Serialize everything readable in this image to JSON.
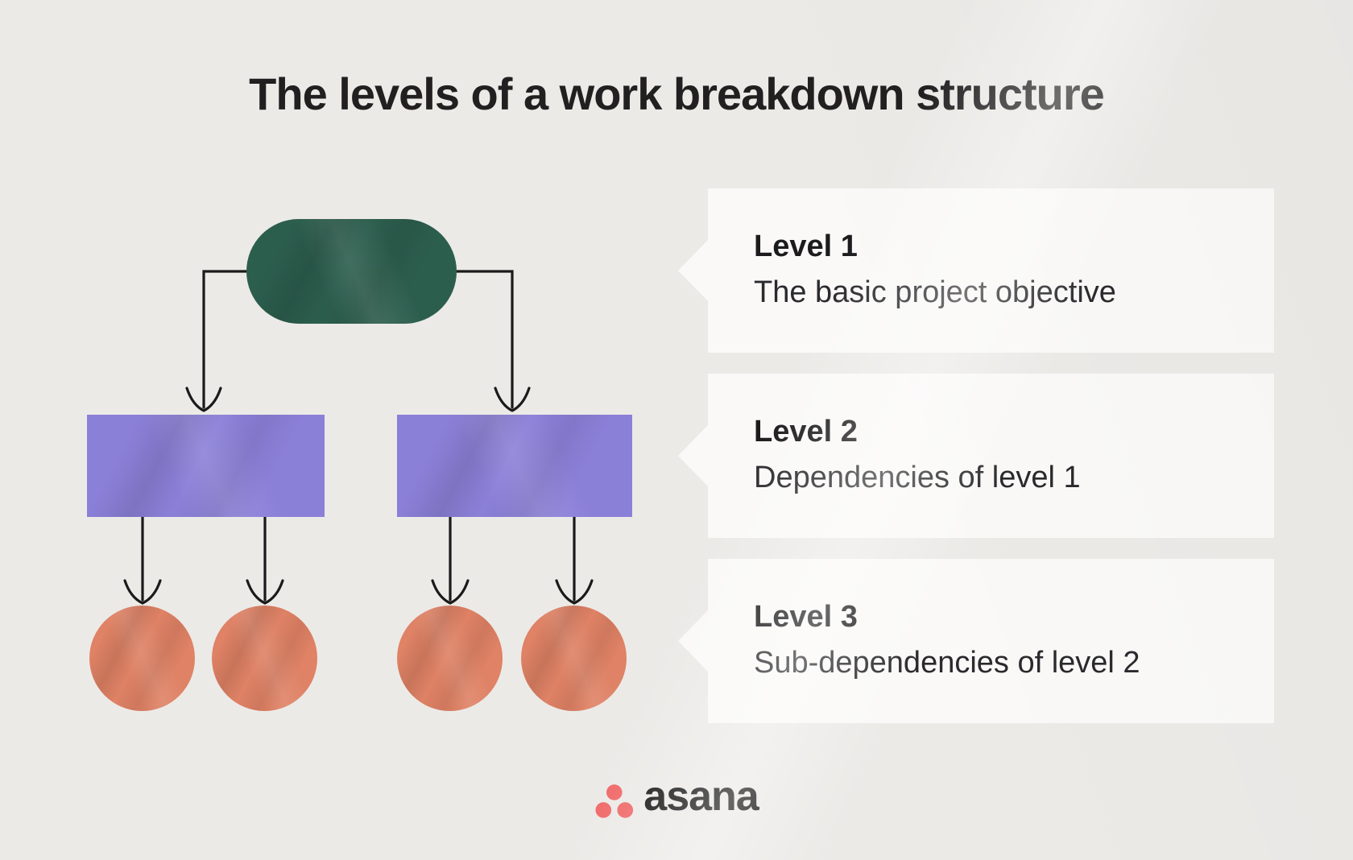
{
  "title": "The levels of a work breakdown structure",
  "legend": {
    "cards": [
      {
        "title": "Level 1",
        "description": "The basic project objective"
      },
      {
        "title": "Level 2",
        "description": "Dependencies of level 1"
      },
      {
        "title": "Level 3",
        "description": "Sub-dependencies of level 2"
      }
    ]
  },
  "diagram": {
    "levels": [
      {
        "name": "Level 1",
        "shape": "pill",
        "node_count": 1
      },
      {
        "name": "Level 2",
        "shape": "rectangle",
        "node_count": 2
      },
      {
        "name": "Level 3",
        "shape": "circle",
        "node_count": 4
      }
    ]
  },
  "logo": {
    "wordmark": "asana"
  },
  "colors": {
    "background": "#eceae7",
    "card_background": "#faf9f7",
    "title_text": "#221f20",
    "green_node": "#2c5e4e",
    "purple_node": "#8b80d8",
    "orange_node": "#df8265",
    "connector_line": "#1a1a1a",
    "logo_dots": "#f06a6a",
    "logo_text": "#151515"
  }
}
